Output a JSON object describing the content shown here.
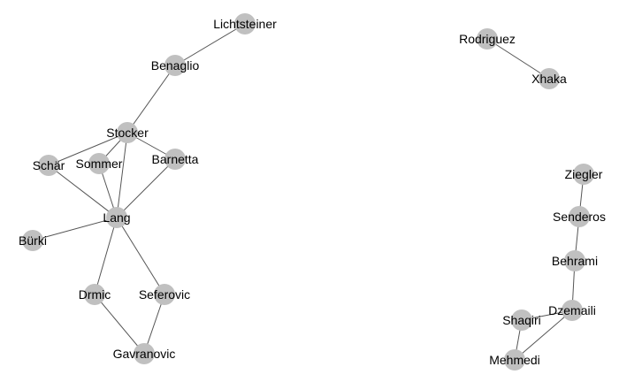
{
  "style": {
    "background": "#ffffff",
    "node_color": "#c0c0c0",
    "edge_color": "#555555",
    "label_color": "#000000"
  },
  "nodes": [
    {
      "id": "lichtsteiner",
      "label": "Lichtsteiner"
    },
    {
      "id": "benaglio",
      "label": "Benaglio"
    },
    {
      "id": "stocker",
      "label": "Stocker"
    },
    {
      "id": "schar",
      "label": "Schär"
    },
    {
      "id": "sommer",
      "label": "Sommer"
    },
    {
      "id": "barnetta",
      "label": "Barnetta"
    },
    {
      "id": "lang",
      "label": "Lang"
    },
    {
      "id": "burki",
      "label": "Bürki"
    },
    {
      "id": "drmic",
      "label": "Drmic"
    },
    {
      "id": "seferovic",
      "label": "Seferovic"
    },
    {
      "id": "gavranovic",
      "label": "Gavranovic"
    },
    {
      "id": "rodriguez",
      "label": "Rodriguez"
    },
    {
      "id": "xhaka",
      "label": "Xhaka"
    },
    {
      "id": "ziegler",
      "label": "Ziegler"
    },
    {
      "id": "senderos",
      "label": "Senderos"
    },
    {
      "id": "behrami",
      "label": "Behrami"
    },
    {
      "id": "dzemaili",
      "label": "Dzemaili"
    },
    {
      "id": "shaqiri",
      "label": "Shaqiri"
    },
    {
      "id": "mehmedi",
      "label": "Mehmedi"
    }
  ],
  "edges": [
    [
      "lichtsteiner",
      "benaglio"
    ],
    [
      "benaglio",
      "stocker"
    ],
    [
      "stocker",
      "schar"
    ],
    [
      "stocker",
      "sommer"
    ],
    [
      "stocker",
      "barnetta"
    ],
    [
      "stocker",
      "lang"
    ],
    [
      "schar",
      "lang"
    ],
    [
      "sommer",
      "lang"
    ],
    [
      "barnetta",
      "lang"
    ],
    [
      "lang",
      "burki"
    ],
    [
      "lang",
      "drmic"
    ],
    [
      "lang",
      "seferovic"
    ],
    [
      "drmic",
      "gavranovic"
    ],
    [
      "seferovic",
      "gavranovic"
    ],
    [
      "rodriguez",
      "xhaka"
    ],
    [
      "ziegler",
      "senderos"
    ],
    [
      "senderos",
      "behrami"
    ],
    [
      "behrami",
      "dzemaili"
    ],
    [
      "dzemaili",
      "shaqiri"
    ],
    [
      "dzemaili",
      "mehmedi"
    ],
    [
      "shaqiri",
      "mehmedi"
    ]
  ]
}
